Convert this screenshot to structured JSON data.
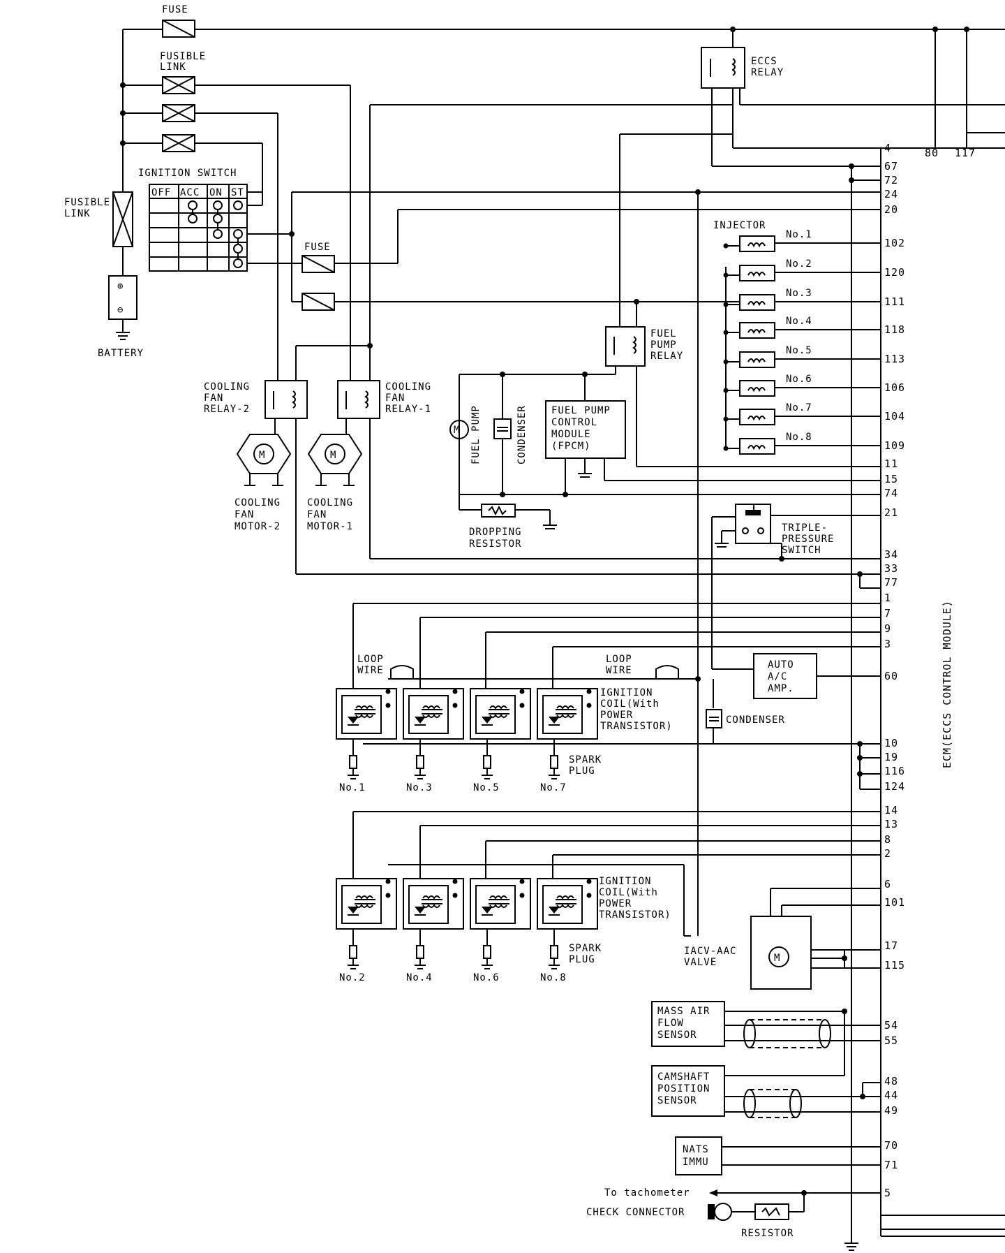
{
  "labels": {
    "fuse_top": "FUSE",
    "fusible_link_top_1": "FUSIBLE",
    "fusible_link_top_2": "LINK",
    "fusible_link_left_1": "FUSIBLE",
    "fusible_link_left_2": "LINK",
    "battery": "BATTERY",
    "ignition_switch": "IGNITION SWITCH",
    "sw_off": "OFF",
    "sw_acc": "ACC",
    "sw_on": "ON",
    "sw_st": "ST",
    "fuse_mid": "FUSE",
    "eccs_relay_1": "ECCS",
    "eccs_relay_2": "RELAY",
    "injector": "INJECTOR",
    "fuel_pump_relay_1": "FUEL",
    "fuel_pump_relay_2": "PUMP",
    "fuel_pump_relay_3": "RELAY",
    "fuel_pump": "FUEL PUMP",
    "condenser_v": "CONDENSER",
    "fpcm_1": "FUEL PUMP",
    "fpcm_2": "CONTROL",
    "fpcm_3": "MODULE",
    "fpcm_4": "(FPCM)",
    "dropping_resistor_1": "DROPPING",
    "dropping_resistor_2": "RESISTOR",
    "cfr2_1": "COOLING",
    "cfr2_2": "FAN",
    "cfr2_3": "RELAY-2",
    "cfr1_1": "COOLING",
    "cfr1_2": "FAN",
    "cfr1_3": "RELAY-1",
    "cfm2_1": "COOLING",
    "cfm2_2": "FAN",
    "cfm2_3": "MOTOR-2",
    "cfm1_1": "COOLING",
    "cfm1_2": "FAN",
    "cfm1_3": "MOTOR-1",
    "tps_1": "TRIPLE-",
    "tps_2": "PRESSURE",
    "tps_3": "SWITCH",
    "loop_wire_1a": "LOOP",
    "loop_wire_1b": "WIRE",
    "loop_wire_2a": "LOOP",
    "loop_wire_2b": "WIRE",
    "acamp_1": "AUTO",
    "acamp_2": "A/C",
    "acamp_3": "AMP.",
    "ign_coil_a_1": "IGNITION",
    "ign_coil_a_2": "COIL(With",
    "ign_coil_a_3": "POWER",
    "ign_coil_a_4": "TRANSISTOR)",
    "ign_coil_b_1": "IGNITION",
    "ign_coil_b_2": "COIL(With",
    "ign_coil_b_3": "POWER",
    "ign_coil_b_4": "TRANSISTOR)",
    "condenser_h": "CONDENSER",
    "spark_plug_a_1": "SPARK",
    "spark_plug_a_2": "PLUG",
    "spark_plug_b_1": "SPARK",
    "spark_plug_b_2": "PLUG",
    "iacv_1": "IACV-AAC",
    "iacv_2": "VALVE",
    "maf_1": "MASS AIR",
    "maf_2": "FLOW",
    "maf_3": "SENSOR",
    "cmp_1": "CAMSHAFT",
    "cmp_2": "POSITION",
    "cmp_3": "SENSOR",
    "nats_1": "NATS",
    "nats_2": "IMMU",
    "tachometer": "To tachometer",
    "check_connector": "CHECK CONNECTOR",
    "resistor": "RESISTOR",
    "ecm": "ECM(ECCS CONTROL MODULE)",
    "motor_m": "M"
  },
  "injectors": [
    "No.1",
    "No.2",
    "No.3",
    "No.4",
    "No.5",
    "No.6",
    "No.7",
    "No.8"
  ],
  "plugs_top": [
    "No.1",
    "No.3",
    "No.5",
    "No.7"
  ],
  "plugs_bottom": [
    "No.2",
    "No.4",
    "No.6",
    "No.8"
  ],
  "ecm_top_pins": [
    "80",
    "117"
  ],
  "ecm_pins": [
    "4",
    "67",
    "72",
    "24",
    "20",
    "102",
    "120",
    "111",
    "118",
    "113",
    "106",
    "104",
    "109",
    "11",
    "15",
    "74",
    "21",
    "34",
    "33",
    "77",
    "1",
    "7",
    "9",
    "3",
    "60",
    "10",
    "19",
    "116",
    "124",
    "14",
    "13",
    "8",
    "2",
    "6",
    "101",
    "17",
    "115",
    "54",
    "55",
    "48",
    "44",
    "49",
    "70",
    "71",
    "5"
  ]
}
